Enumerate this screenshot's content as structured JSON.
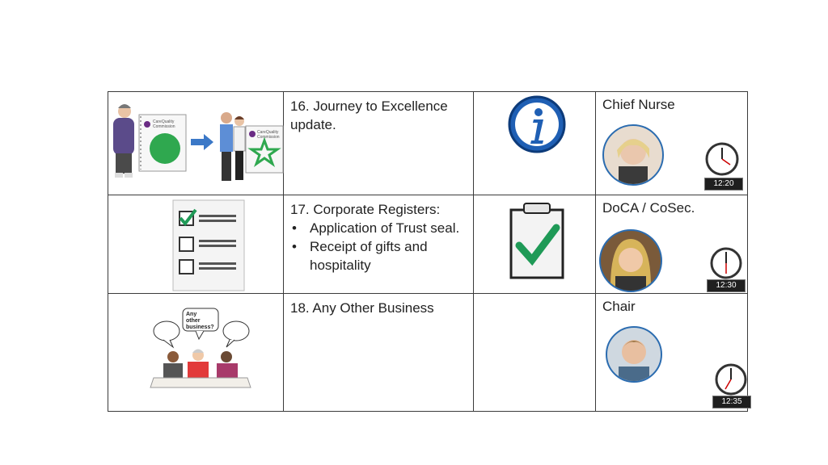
{
  "rows": [
    {
      "item_text": "16. Journey to Excellence update.",
      "presenter": "Chief Nurse",
      "time": "12:20",
      "topic_icon": "info-icon",
      "illustration": "care-quality-commission-journey-illustration",
      "logo_text": [
        "CareQuality",
        "Commission"
      ]
    },
    {
      "item_title": "17. Corporate Registers:",
      "bullets": [
        "Application of Trust seal.",
        "Receipt of gifts and hospitality"
      ],
      "presenter": "DoCA / CoSec.",
      "time": "12:30",
      "topic_icon": "clipboard-check-icon",
      "illustration": "checklist-illustration"
    },
    {
      "item_text": "18. Any Other Business",
      "presenter": "Chair",
      "time": "12:35",
      "illustration": "any-other-business-illustration",
      "speech_text": [
        "Any",
        "other",
        "business?"
      ]
    }
  ],
  "colors": {
    "accent_blue": "#1f5fb4",
    "check_green": "#1f9a57",
    "cqc_green": "#2fa84f"
  }
}
